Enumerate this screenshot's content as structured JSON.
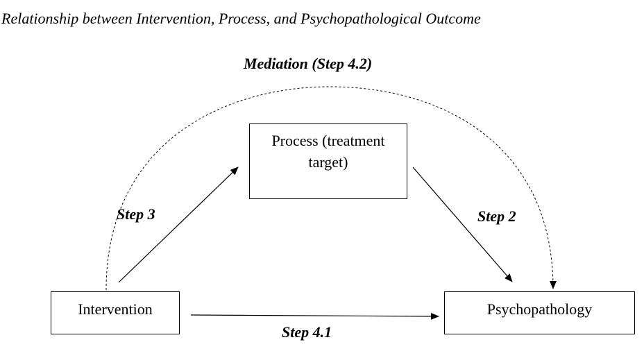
{
  "figure": {
    "title": "Relationship between Intervention, Process, and Psychopathological Outcome"
  },
  "nodes": {
    "intervention": "Intervention",
    "process": "Process (treatment target)",
    "psychopathology": "Psychopathology"
  },
  "edges": {
    "mediation": "Mediation (Step 4.2)",
    "step3": "Step 3",
    "step2": "Step 2",
    "step41": "Step 4.1"
  }
}
